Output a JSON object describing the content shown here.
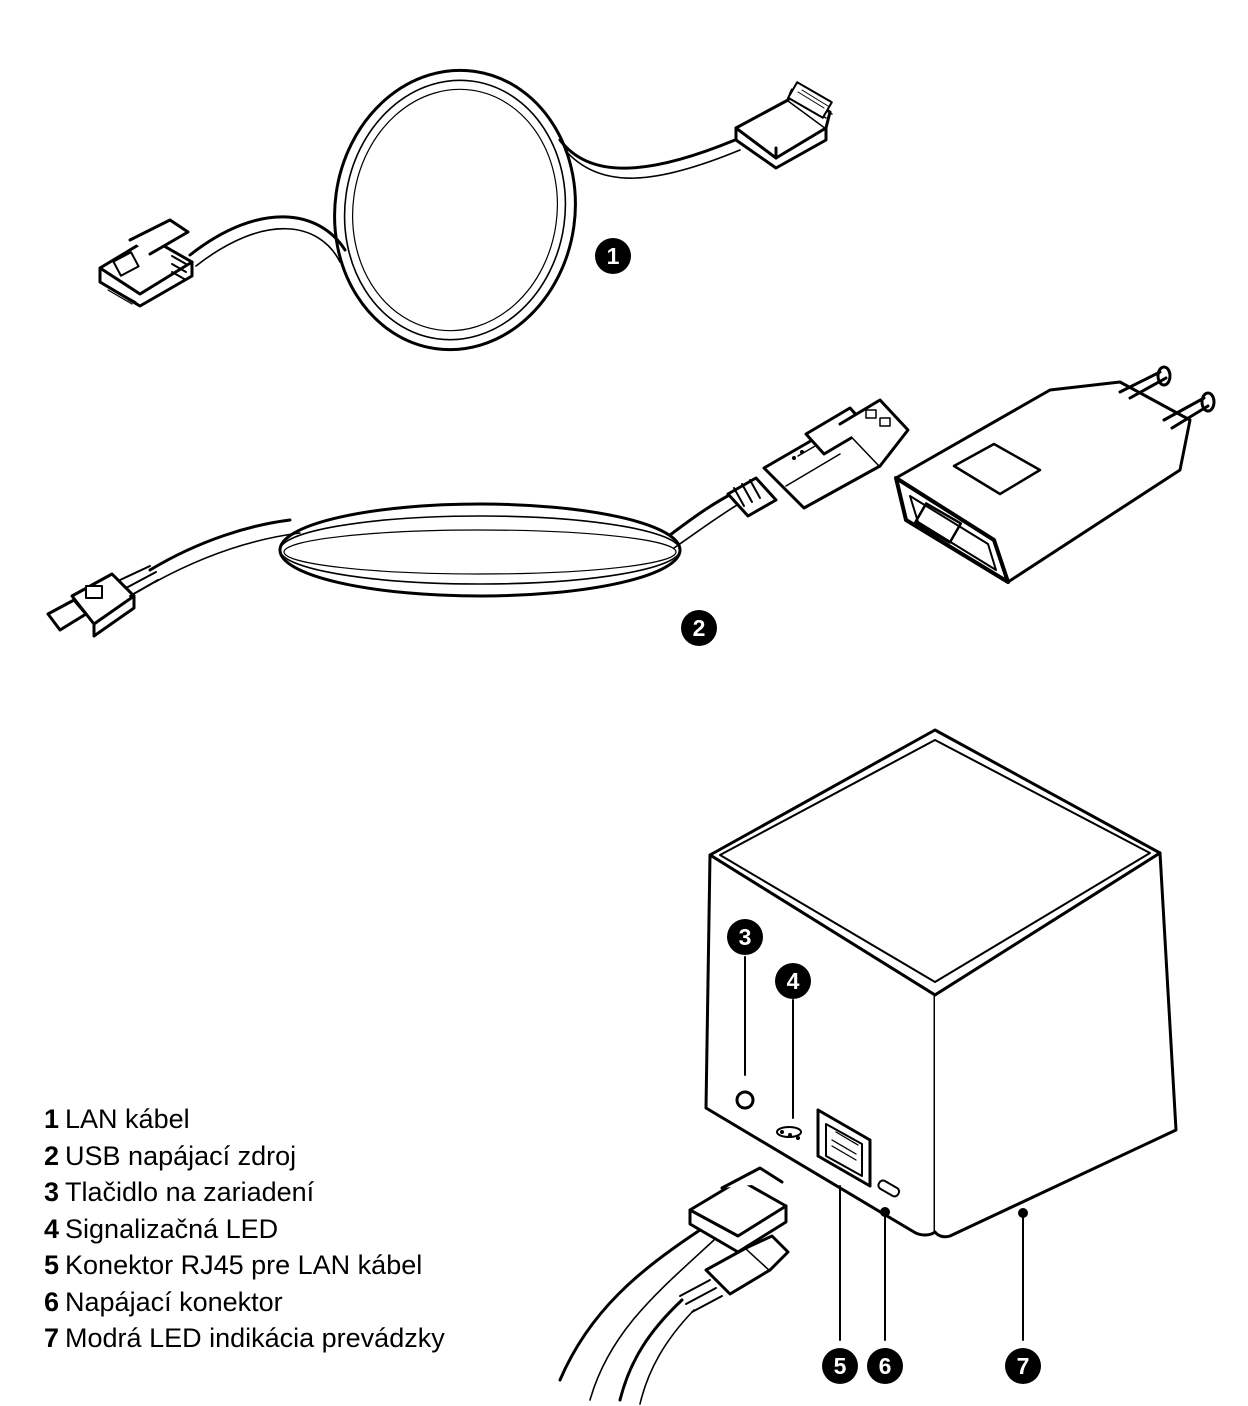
{
  "badges": [
    {
      "id": "1",
      "label": "1"
    },
    {
      "id": "2",
      "label": "2"
    },
    {
      "id": "3",
      "label": "3"
    },
    {
      "id": "4",
      "label": "4"
    },
    {
      "id": "5",
      "label": "5"
    },
    {
      "id": "6",
      "label": "6"
    },
    {
      "id": "7",
      "label": "7"
    }
  ],
  "legend": [
    {
      "num": "1",
      "text": "LAN kábel"
    },
    {
      "num": "2",
      "text": "USB napájací zdroj"
    },
    {
      "num": "3",
      "text": "Tlačidlo na zariadení"
    },
    {
      "num": "4",
      "text": "Signalizačná LED"
    },
    {
      "num": "5",
      "text": "Konektor RJ45 pre LAN kábel"
    },
    {
      "num": "6",
      "text": "Napájací konektor"
    },
    {
      "num": "7",
      "text": "Modrá LED indikácia prevádzky"
    }
  ]
}
